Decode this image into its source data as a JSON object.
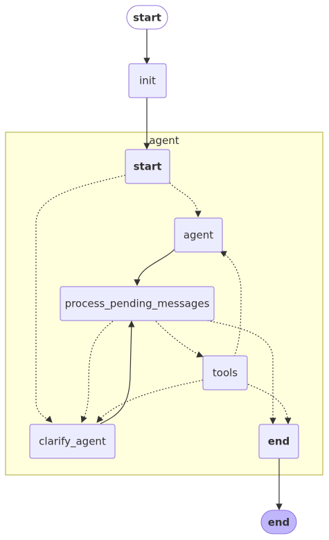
{
  "diagram": {
    "nodes": {
      "start_outer": {
        "label": "start"
      },
      "init": {
        "label": "init"
      },
      "agent_start": {
        "label": "start"
      },
      "agent": {
        "label": "agent"
      },
      "process_pending_messages": {
        "label": "process_pending_messages"
      },
      "tools": {
        "label": "tools"
      },
      "clarify_agent": {
        "label": "clarify_agent"
      },
      "agent_end": {
        "label": "end"
      },
      "end_outer": {
        "label": "end"
      }
    },
    "cluster": {
      "label": "agent"
    },
    "edges": [
      {
        "from": "start_outer",
        "to": "init",
        "style": "solid"
      },
      {
        "from": "init",
        "to": "agent_start",
        "style": "solid"
      },
      {
        "from": "agent_start",
        "to": "agent",
        "style": "dotted"
      },
      {
        "from": "agent_start",
        "to": "clarify_agent",
        "style": "dotted"
      },
      {
        "from": "agent",
        "to": "process_pending_messages",
        "style": "solid"
      },
      {
        "from": "process_pending_messages",
        "to": "tools",
        "style": "dotted"
      },
      {
        "from": "process_pending_messages",
        "to": "clarify_agent",
        "style": "dotted"
      },
      {
        "from": "process_pending_messages",
        "to": "agent_end",
        "style": "dotted"
      },
      {
        "from": "tools",
        "to": "agent",
        "style": "dotted"
      },
      {
        "from": "tools",
        "to": "clarify_agent",
        "style": "dotted"
      },
      {
        "from": "tools",
        "to": "agent_end",
        "style": "dotted"
      },
      {
        "from": "clarify_agent",
        "to": "process_pending_messages",
        "style": "solid"
      },
      {
        "from": "agent_end",
        "to": "end_outer",
        "style": "solid"
      }
    ]
  },
  "colors": {
    "node_fill": "#ECECFF",
    "node_stroke": "#9370DB",
    "terminal_fill": "#BFB6FC",
    "cluster_fill": "#FFFFDE",
    "cluster_stroke": "#AAAA33",
    "edge": "#333333"
  }
}
